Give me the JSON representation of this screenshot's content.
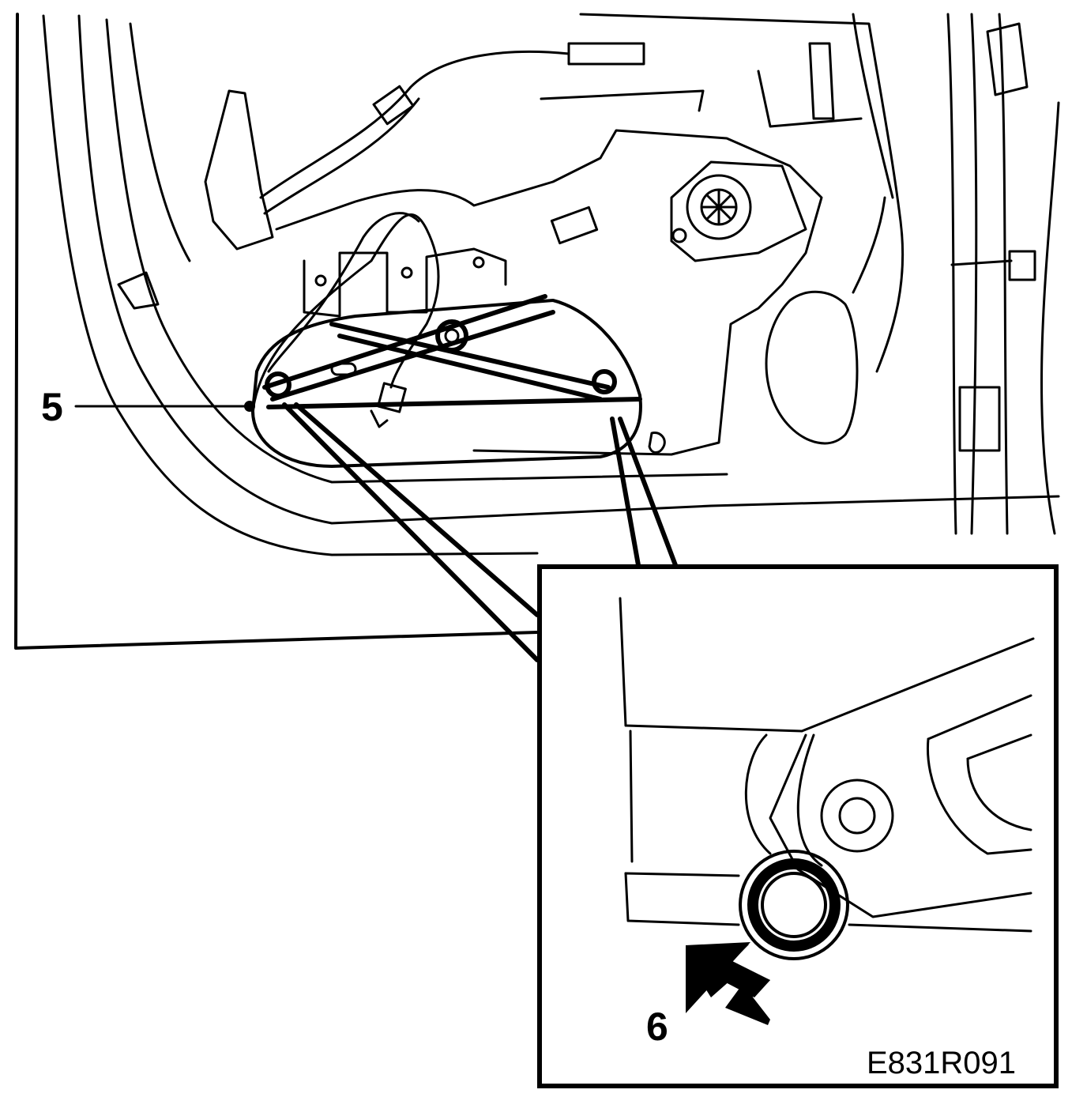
{
  "diagram": {
    "callouts": [
      {
        "id": "5",
        "label": "5"
      },
      {
        "id": "6",
        "label": "6"
      }
    ],
    "figure_code": "E831R091",
    "colors": {
      "ink": "#000000",
      "paper": "#ffffff"
    }
  }
}
